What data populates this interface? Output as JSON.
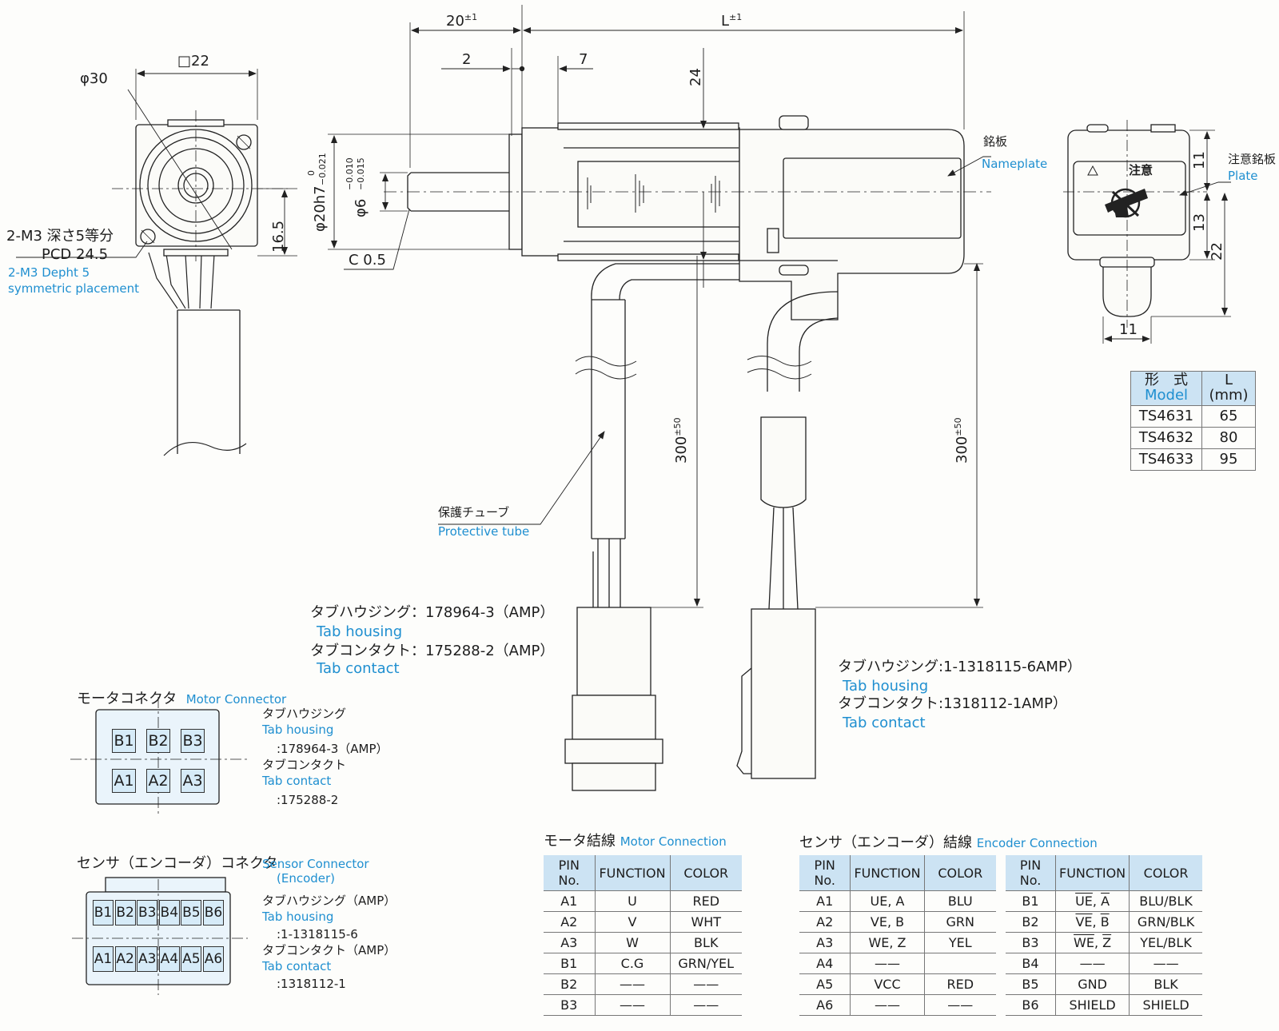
{
  "dims": {
    "d20": "20",
    "d20_tol": "±1",
    "dL": "L",
    "dL_tol": "±1",
    "d2": "2",
    "d7": "7",
    "d24": "24",
    "sq22": "□22",
    "phi30": "φ30",
    "d16_5": "16.5",
    "m3_jp": "2-M3 深さ5等分",
    "pcd": "PCD 24.5",
    "m3_en1": "2-M3  Depht 5",
    "m3_en2": "symmetric placement",
    "phi20": "φ20h7",
    "phi20_tol_up": "0",
    "phi20_tol_lo": "−0.021",
    "phi6": "φ6",
    "phi6_tol_up": "−0.010",
    "phi6_tol_lo": "−0.015",
    "c05": "C 0.5",
    "len300": "300",
    "len300_tol": "±50",
    "d11a": "11",
    "d13": "13",
    "d22": "22",
    "d11b": "11"
  },
  "labels": {
    "nameplate_jp": "銘板",
    "nameplate_en": "Nameplate",
    "plate_jp": "注意銘板",
    "plate_en": "Plate",
    "caution": "注意",
    "tube_jp": "保護チューブ",
    "tube_en": "Protective tube",
    "motor_housing_jp": "タブハウジング：178964-3（AMP）",
    "motor_housing_en": "Tab housing",
    "motor_contact_jp": "タブコンタクト：175288-2（AMP）",
    "motor_contact_en": "Tab contact",
    "enc_housing_jp": "タブハウジング:1-1318115-6AMP）",
    "enc_housing_en": "Tab housing",
    "enc_contact_jp": "タブコンタクト:1318112-1AMP）",
    "enc_contact_en": "Tab contact"
  },
  "motor_connector": {
    "title_jp": "モータコネクタ",
    "title_en": "Motor Connector",
    "pins_top": [
      "B1",
      "B2",
      "B3"
    ],
    "pins_bottom": [
      "A1",
      "A2",
      "A3"
    ],
    "housing_jp": "タブハウジング",
    "housing_en": "Tab housing",
    "housing_val": ":178964-3（AMP）",
    "contact_jp": "タブコンタクト",
    "contact_en": "Tab contact",
    "contact_val": ":175288-2"
  },
  "sensor_connector": {
    "title_jp": "センサ（エンコーダ）コネクタ",
    "title_en": "Sensor Connector",
    "title_en2": "(Encoder)",
    "pins_top": [
      "B1",
      "B2",
      "B3",
      "B4",
      "B5",
      "B6"
    ],
    "pins_bottom": [
      "A1",
      "A2",
      "A3",
      "A4",
      "A5",
      "A6"
    ],
    "housing_jp": "タブハウジング（AMP）",
    "housing_en": "Tab housing",
    "housing_val": ":1-1318115-6",
    "contact_jp": "タブコンタクト（AMP）",
    "contact_en": "Tab contact",
    "contact_val": ":1318112-1"
  },
  "model_table": {
    "h1_jp": "形　式",
    "h1_en": "Model",
    "h2a": "L",
    "h2b": "(mm)",
    "rows": [
      [
        "TS4631",
        "65"
      ],
      [
        "TS4632",
        "80"
      ],
      [
        "TS4633",
        "95"
      ]
    ]
  },
  "motor_connection": {
    "title_jp": "モータ結線",
    "title_en": "Motor Connection",
    "headers": [
      "PIN No.",
      "FUNCTION",
      "COLOR"
    ],
    "rows": [
      [
        "A1",
        "U",
        "RED"
      ],
      [
        "A2",
        "V",
        "WHT"
      ],
      [
        "A3",
        "W",
        "BLK"
      ],
      [
        "B1",
        "C.G",
        "GRN/YEL"
      ],
      [
        "B2",
        "——",
        "——"
      ],
      [
        "B3",
        "——",
        "——"
      ]
    ]
  },
  "encoder_connection": {
    "title_jp": "センサ（エンコーダ）結線",
    "title_en": "Encoder Connection",
    "headers": [
      "PIN No.",
      "FUNCTION",
      "COLOR"
    ],
    "rows_a": [
      [
        "A1",
        "UE, A",
        "BLU"
      ],
      [
        "A2",
        "VE, B",
        "GRN"
      ],
      [
        "A3",
        "WE, Z",
        "YEL"
      ],
      [
        "A4",
        "——",
        ""
      ],
      [
        "A5",
        "VCC",
        "RED"
      ],
      [
        "A6",
        "——",
        "——"
      ]
    ],
    "rows_b": [
      [
        "B1",
        "UE, A",
        "BLU/BLK"
      ],
      [
        "B2",
        "VE, B",
        "GRN/BLK"
      ],
      [
        "B3",
        "WE, Z",
        "YEL/BLK"
      ],
      [
        "B4",
        "——",
        "——"
      ],
      [
        "B5",
        "GND",
        "BLK"
      ],
      [
        "B6",
        "SHIELD",
        "SHIELD"
      ]
    ],
    "overline_rows": [
      0,
      1,
      2
    ]
  }
}
